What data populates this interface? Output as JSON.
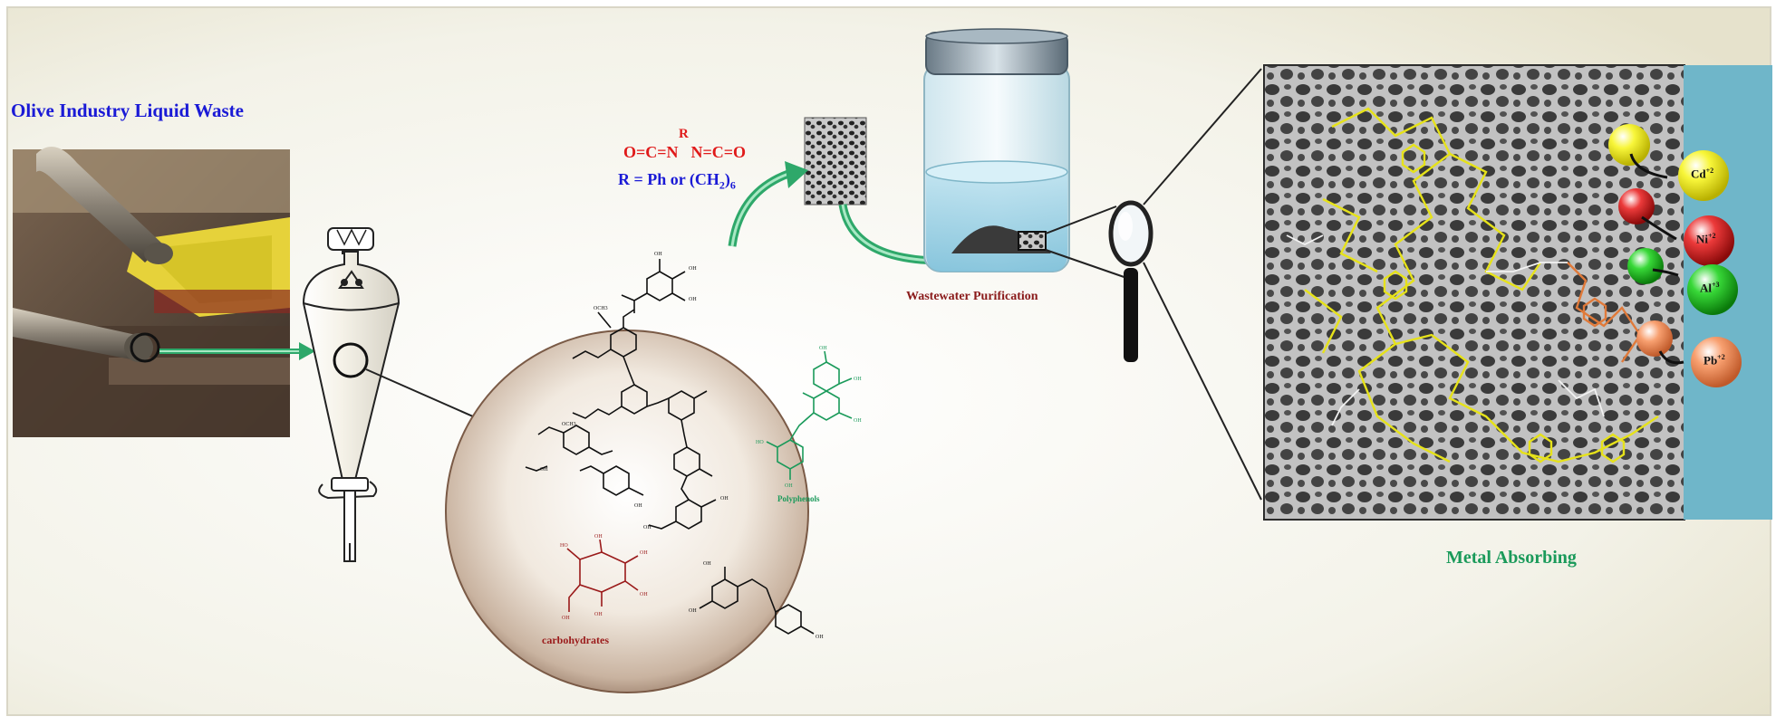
{
  "title": "Olive Industry Liquid Waste",
  "reagent": {
    "formula_main": "O=C=N",
    "formula_r": "R",
    "formula_end": "N=C=O",
    "r_def_prefix": "R = Ph or (CH",
    "r_def_sub": "2",
    "r_def_suffix": ")",
    "r_def_sub2": "6"
  },
  "labels": {
    "purification": "Wastewater Purification",
    "metal": "Metal Absorbing",
    "polyphenols": "Polyphenols",
    "carbohydrates": "carbohydrates"
  },
  "ions": [
    {
      "symbol": "Cd",
      "charge": "+2",
      "color": "#f4f21a"
    },
    {
      "symbol": "Ni",
      "charge": "+2",
      "color": "#e8262a"
    },
    {
      "symbol": "Al",
      "charge": "+3",
      "color": "#2ecc2e"
    },
    {
      "symbol": "Pb",
      "charge": "+2",
      "color": "#f6925a"
    }
  ],
  "colors": {
    "title": "#1a1ad6",
    "reagent_formula": "#e01a1a",
    "reagent_def": "#1a1ad6",
    "purification": "#8a1a1a",
    "metal": "#1a9a5a",
    "polyphenols": "#1a9a5a",
    "carbohydrates": "#9a1a1a",
    "arrow": "#2ea86a",
    "panel_blue": "#6fb6c9"
  }
}
